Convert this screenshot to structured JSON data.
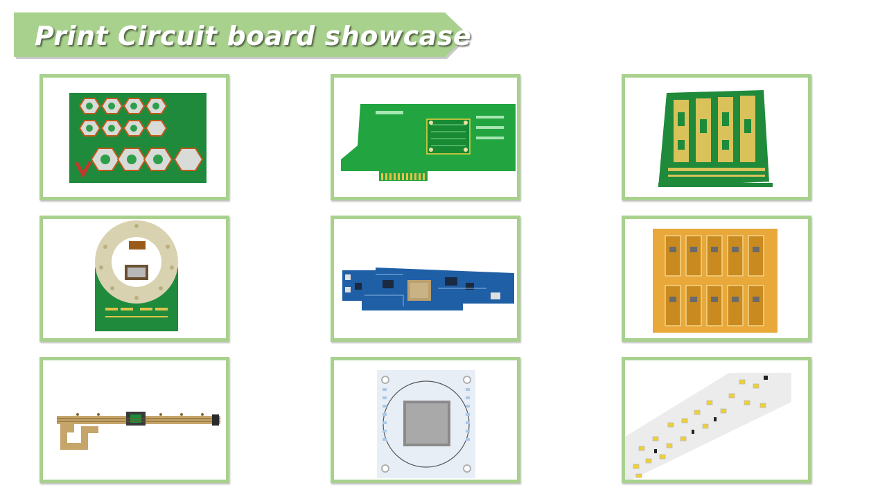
{
  "page": {
    "title": "Print Circuit board showcase",
    "accent_color": "#a9d18e",
    "title_color": "#ffffff"
  },
  "gallery": {
    "tiles": [
      {
        "image": "rigid-flex-hexagon-pcb-image"
      },
      {
        "image": "green-pcie-card-pcb-image"
      },
      {
        "image": "rf-gold-pattern-pcb-image"
      },
      {
        "image": "round-rigid-flex-pcb-image"
      },
      {
        "image": "blue-motherboard-pcb-image"
      },
      {
        "image": "yellow-flex-panel-pcb-image"
      },
      {
        "image": "long-flex-circuit-image"
      },
      {
        "image": "white-ceramic-substrate-image"
      },
      {
        "image": "white-led-strip-pcb-image"
      }
    ]
  }
}
